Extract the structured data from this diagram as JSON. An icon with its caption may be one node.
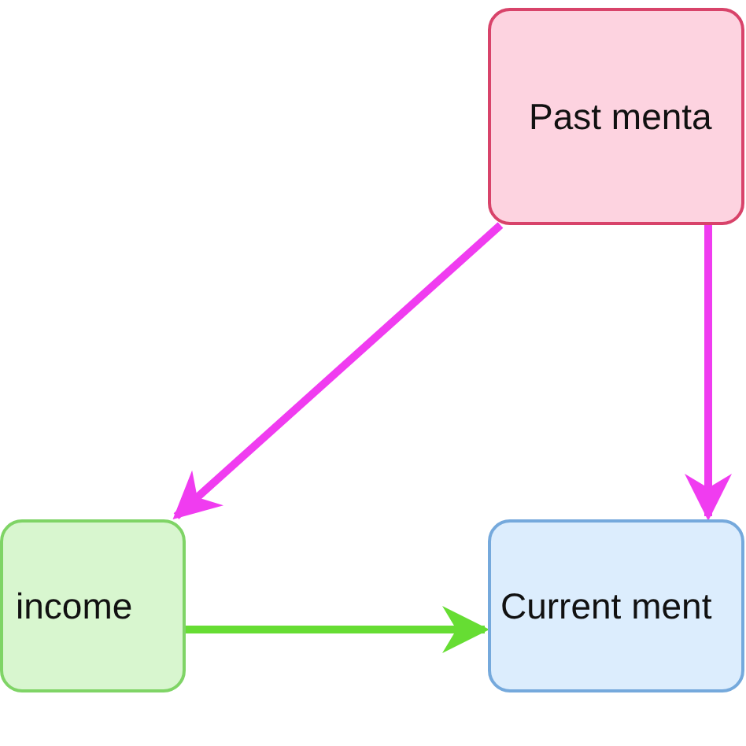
{
  "diagram": {
    "nodes": [
      {
        "text": [
          "Past menta"
        ]
      },
      {
        "text": [
          "income"
        ]
      },
      {
        "text": [
          "Current ment"
        ]
      }
    ],
    "edges": [
      {
        "from": 0,
        "to": 1,
        "arrow": "to"
      },
      {
        "from": 0,
        "to": 2,
        "arrow": "to"
      },
      {
        "from": 1,
        "to": 2,
        "arrow": "to",
        "color": "#66dd33"
      }
    ]
  }
}
